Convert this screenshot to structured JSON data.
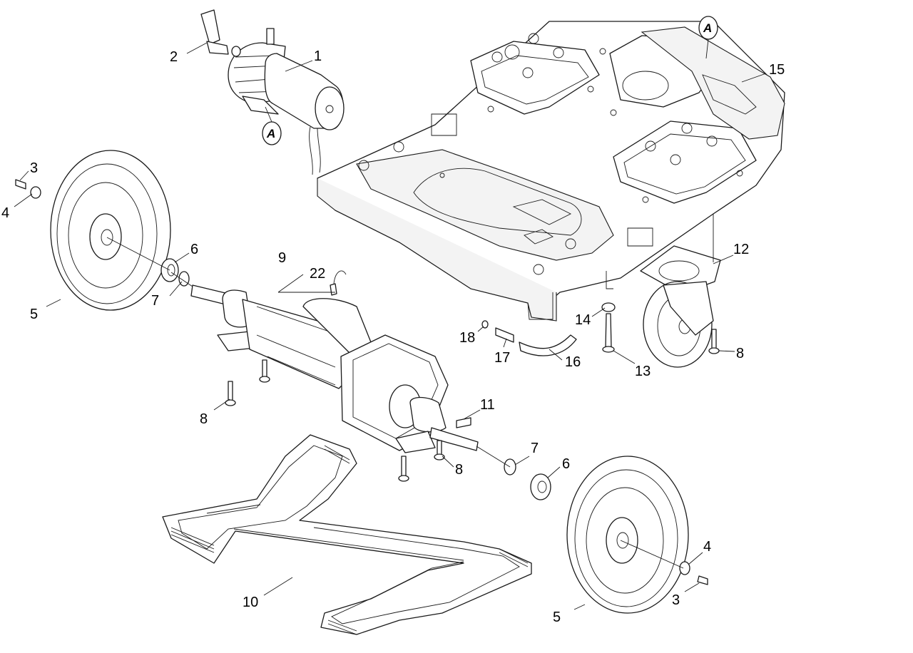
{
  "callouts": {
    "c1": "1",
    "c2": "2",
    "c3_left": "3",
    "c3_right": "3",
    "c4_left": "4",
    "c4_right": "4",
    "c5_left": "5",
    "c5_right": "5",
    "c6_left": "6",
    "c6_right": "6",
    "c7_left": "7",
    "c7_right": "7",
    "c8_axle_left": "8",
    "c8_axle_right": "8",
    "c8_caster": "8",
    "c9": "9",
    "c10": "10",
    "c11": "11",
    "c12": "12",
    "c13": "13",
    "c14": "14",
    "c15": "15",
    "c16": "16",
    "c17": "17",
    "c18": "18",
    "c22": "22"
  },
  "reference_markers": {
    "pump": "A",
    "chassis": "A"
  }
}
